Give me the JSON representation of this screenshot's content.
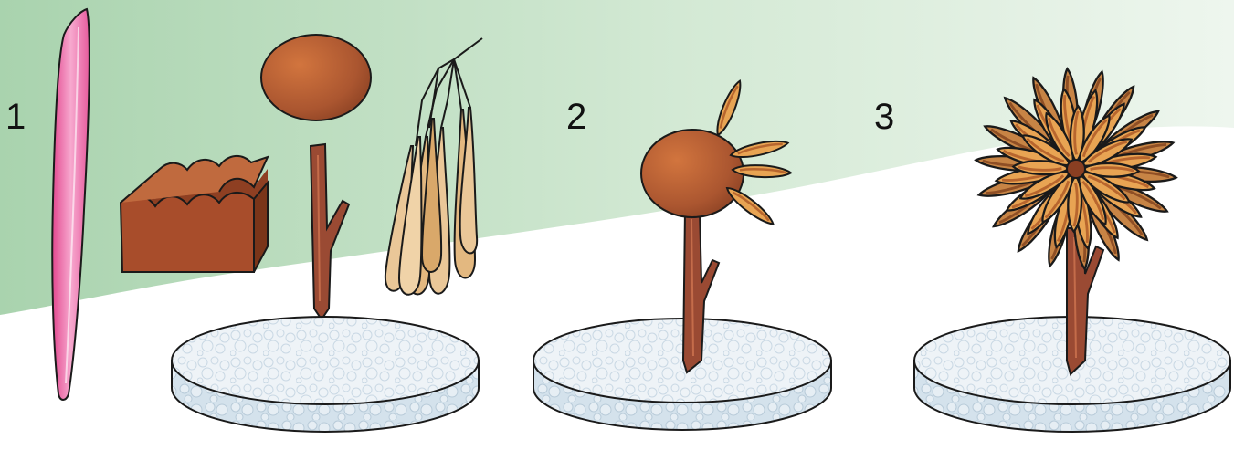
{
  "steps": [
    {
      "number": "1",
      "items": [
        "modelling-stick",
        "clay-block",
        "clay-ball",
        "twig",
        "ash-seeds"
      ]
    },
    {
      "number": "2",
      "items": [
        "foam-base",
        "twig",
        "clay-ball",
        "seed-petals"
      ]
    },
    {
      "number": "3",
      "items": [
        "foam-base",
        "twig",
        "seed-flower"
      ]
    }
  ],
  "colors": {
    "background_green": "#c7e2c9",
    "stick_pink": "#ef6aa8",
    "clay_brown": "#b35a34",
    "twig_brown": "#9a4a33",
    "seed_orange": "#e7a654",
    "seed_light": "#eac798",
    "base_blue": "#e6eef4"
  }
}
